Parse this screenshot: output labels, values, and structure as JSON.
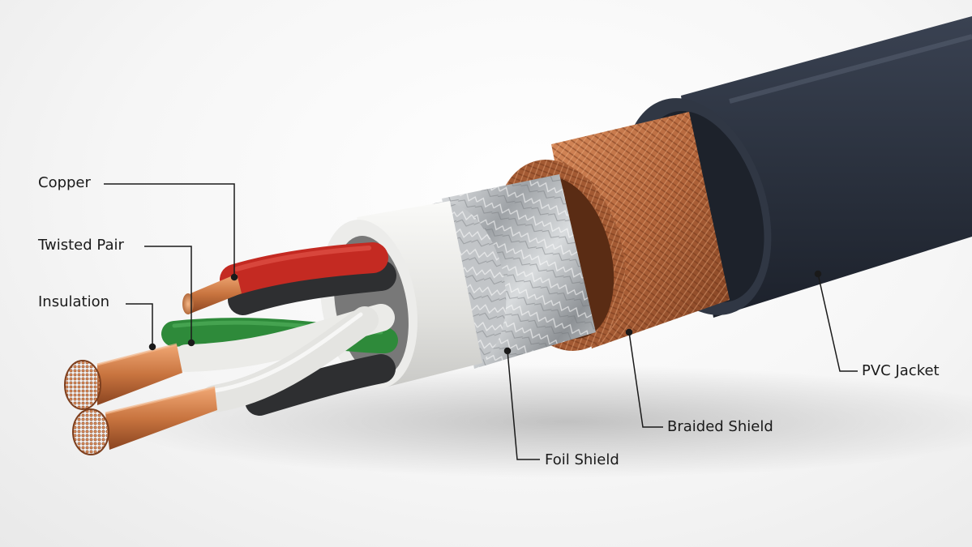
{
  "labels": {
    "copper": "Copper",
    "twisted_pair": "Twisted Pair",
    "insulation": "Insulation",
    "foil_shield": "Foil Shield",
    "braided_shield": "Braided Shield",
    "pvc_jacket": "PVC Jacket"
  },
  "colors": {
    "jacket": "#2b3240",
    "braid": "#b86a3e",
    "foil": "#b9bcbf",
    "filler": "#e6e6e4",
    "copper": "#c8743f",
    "wire_red": "#c42a22",
    "wire_green": "#2e8a3a",
    "wire_white": "#ebebe8",
    "wire_black": "#2e2f31",
    "leader": "#1a1a1a"
  }
}
